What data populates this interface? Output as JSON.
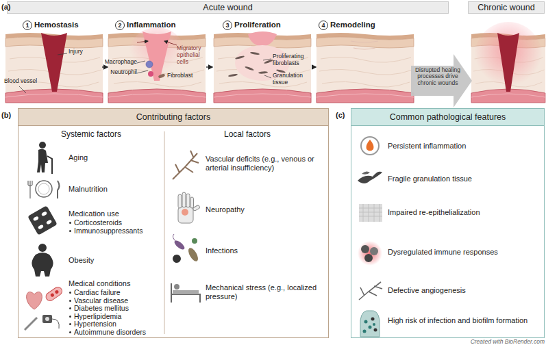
{
  "diagram": {
    "nodes": [
      {
        "text": [
          "Acute wound"
        ]
      },
      {
        "text": [
          "Chronic wound"
        ]
      },
      {
        "text": [
          "1"
        ]
      },
      {
        "text": [
          "2"
        ]
      },
      {
        "text": [
          "3"
        ]
      },
      {
        "text": [
          "4"
        ]
      },
      {
        "text": [
          "Disrupted healing processes drive chronic wounds"
        ]
      },
      {
        "text": [
          "Contributing factors"
        ]
      },
      {
        "text": [
          "Common pathological features"
        ]
      }
    ],
    "labels": [
      "(a)",
      "Hemostasis",
      "Inflammation",
      "Proliferation",
      "Remodeling",
      "Injury",
      "Blood vessel",
      "Macrophage",
      "Neutrophil",
      "Migratory epithelial cells",
      "Fibroblast",
      "Proliferating fibroblasts",
      "Granulation tissue",
      "(b)",
      "Systemic factors",
      "Local factors",
      "Aging",
      "Malnutrition",
      "Medication use",
      "Corticosteroids",
      "Immunosuppressants",
      "Obesity",
      "Medical conditions",
      "Cardiac failure",
      "Vascular disease",
      "Diabetes mellitus",
      "Hyperlipidemia",
      "Hypertension",
      "Autoimmune disorders",
      "Vascular deficits (e.g., venous or arterial insufficiency)",
      "Neuropathy",
      "Infections",
      "Mechanical stress (e.g., localized pressure)",
      "(c)",
      "Persistent inflammation",
      "Fragile granulation tissue",
      "Impaired re-epithelialization",
      "Dysregulated immune responses",
      "Defective angiogenesis",
      "High risk of infection and biofilm formation",
      "Created with BioRender.com"
    ]
  }
}
